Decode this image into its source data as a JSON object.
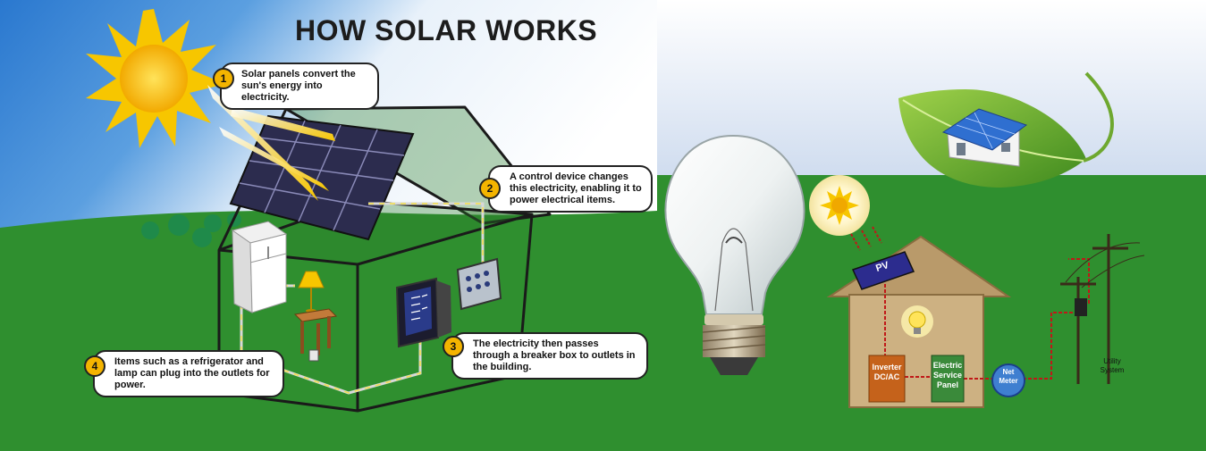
{
  "title": "HOW SOLAR WORKS",
  "steps": [
    {
      "number": "1",
      "text": "Solar panels convert the sun's energy into electricity."
    },
    {
      "number": "2",
      "text": "A control device changes this electricity, enabling it to power electrical items."
    },
    {
      "number": "3",
      "text": "The electricity then passes through a breaker box to outlets in the building."
    },
    {
      "number": "4",
      "text": "Items such as a refrigerator and lamp can plug into the outlets for power."
    }
  ],
  "net_diagram": {
    "pv_label": "PV",
    "inverter_label": "Inverter DC/AC",
    "panel_label": "Electric Service Panel",
    "meter_label": "Net Meter",
    "utility_label": "Utility System"
  },
  "colors": {
    "sky_blue": "#2f7fd1",
    "grass_green": "#2f8f2f",
    "sun_yellow": "#f7c600",
    "badge_yellow": "#f4b400",
    "house_tan": "#b99a6a",
    "inverter_orange": "#c5621b",
    "panel_green": "#3a8a3a",
    "meter_blue": "#3f7fd0",
    "wire_red": "#c01818"
  }
}
